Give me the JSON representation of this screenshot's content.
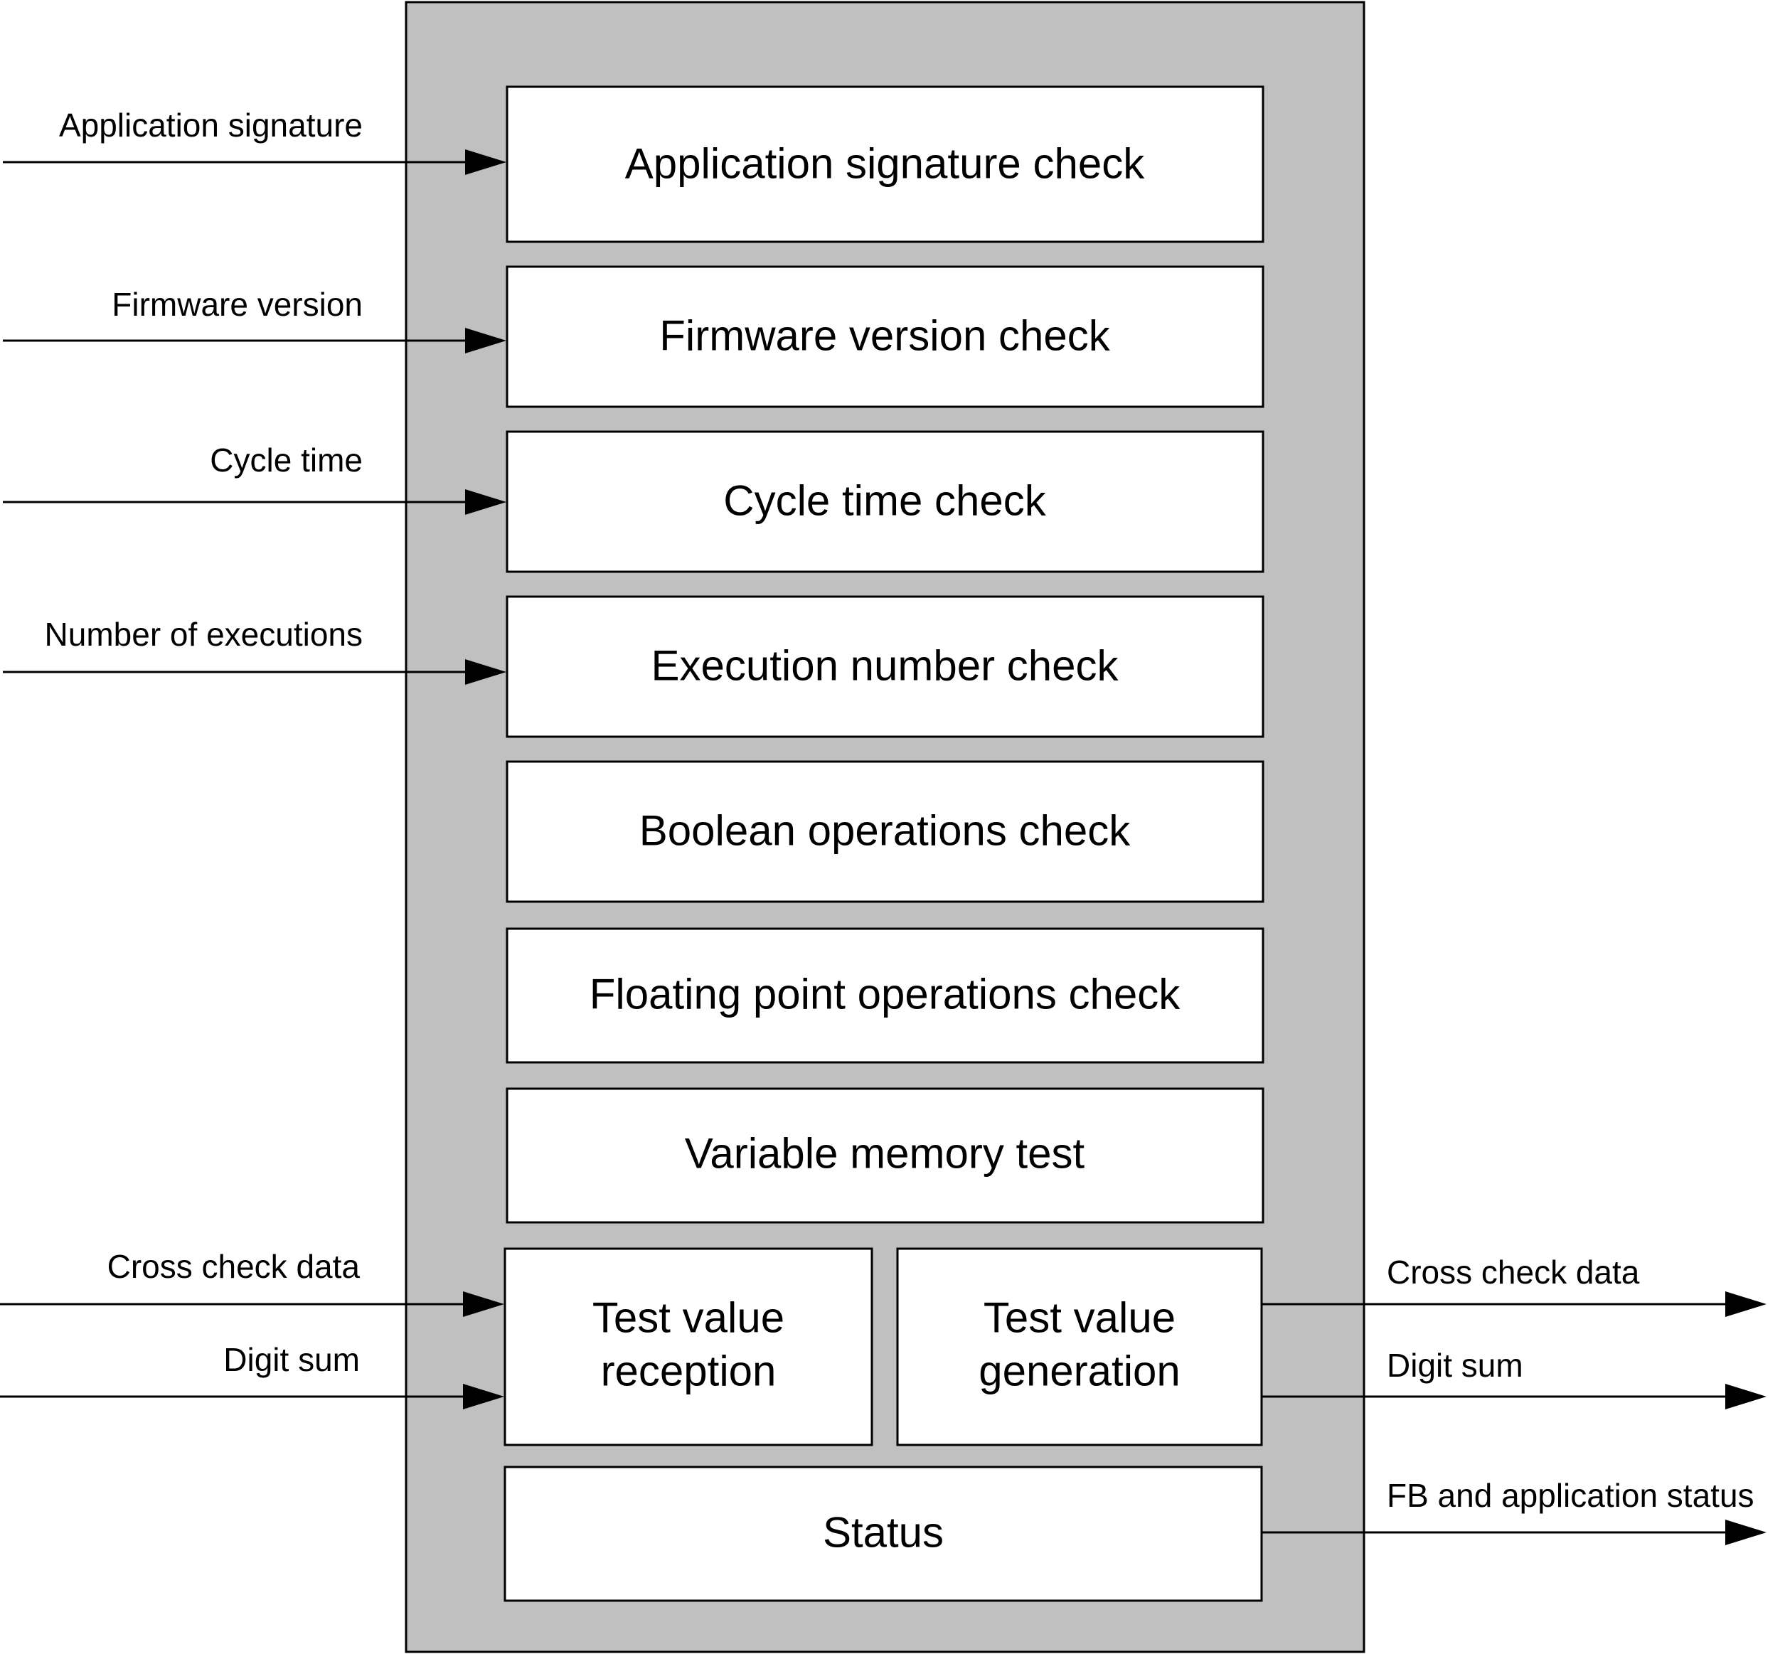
{
  "function_block": {
    "blocks": {
      "application_signature_check": "Application signature check",
      "firmware_version_check": "Firmware version check",
      "cycle_time_check": "Cycle time check",
      "execution_number_check": "Execution number check",
      "boolean_operations_check": "Boolean operations check",
      "floating_point_operations_check": "Floating point operations check",
      "variable_memory_test": "Variable memory test",
      "test_value_reception": [
        "Test value",
        "reception"
      ],
      "test_value_generation": [
        "Test value",
        "generation"
      ],
      "status": "Status"
    }
  },
  "inputs": {
    "application_signature": "Application signature",
    "firmware_version": "Firmware version",
    "cycle_time": "Cycle time",
    "number_of_executions": "Number of executions",
    "cross_check_data": "Cross check data",
    "digit_sum": "Digit sum"
  },
  "outputs": {
    "cross_check_data": "Cross check data",
    "digit_sum": "Digit sum",
    "fb_and_application_status": "FB and application status"
  },
  "colors": {
    "container_fill": "#c0c0c0",
    "block_fill": "#ffffff",
    "line": "#000000"
  }
}
